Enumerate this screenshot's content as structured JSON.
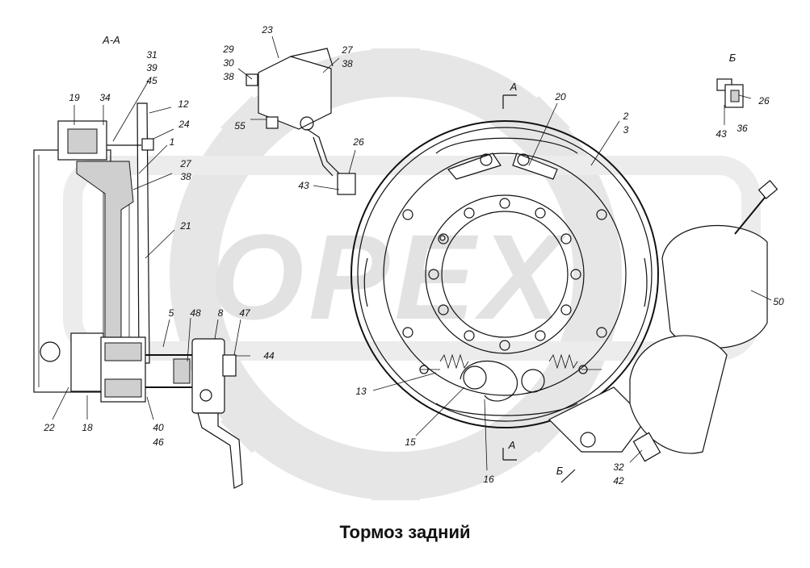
{
  "title": "Тормоз задний",
  "section_labels": {
    "section_aa": "А-А",
    "view_b": "Б",
    "cut_a_top": "А",
    "cut_a_bottom": "А",
    "arrow_b": "Б"
  },
  "watermark": {
    "text": "OPEX",
    "color": "#e2e2e2"
  },
  "callouts": [
    {
      "id": "c31",
      "text": "31"
    },
    {
      "id": "c39",
      "text": "39"
    },
    {
      "id": "c45",
      "text": "45"
    },
    {
      "id": "c19",
      "text": "19"
    },
    {
      "id": "c34",
      "text": "34"
    },
    {
      "id": "c12",
      "text": "12"
    },
    {
      "id": "c24",
      "text": "24"
    },
    {
      "id": "c1",
      "text": "1"
    },
    {
      "id": "c27a",
      "text": "27"
    },
    {
      "id": "c38a",
      "text": "38"
    },
    {
      "id": "c21",
      "text": "21"
    },
    {
      "id": "c5",
      "text": "5"
    },
    {
      "id": "c48",
      "text": "48"
    },
    {
      "id": "c8",
      "text": "8"
    },
    {
      "id": "c47",
      "text": "47"
    },
    {
      "id": "c44",
      "text": "44"
    },
    {
      "id": "c22",
      "text": "22"
    },
    {
      "id": "c18",
      "text": "18"
    },
    {
      "id": "c40",
      "text": "40"
    },
    {
      "id": "c46",
      "text": "46"
    },
    {
      "id": "c23",
      "text": "23"
    },
    {
      "id": "c29",
      "text": "29"
    },
    {
      "id": "c30",
      "text": "30"
    },
    {
      "id": "c38b",
      "text": "38"
    },
    {
      "id": "c27b",
      "text": "27"
    },
    {
      "id": "c38c",
      "text": "38"
    },
    {
      "id": "c55",
      "text": "55"
    },
    {
      "id": "c26a",
      "text": "26"
    },
    {
      "id": "c43a",
      "text": "43"
    },
    {
      "id": "c20",
      "text": "20"
    },
    {
      "id": "c2",
      "text": "2"
    },
    {
      "id": "c3",
      "text": "3"
    },
    {
      "id": "c26b",
      "text": "26"
    },
    {
      "id": "c43b",
      "text": "43"
    },
    {
      "id": "c36",
      "text": "36"
    },
    {
      "id": "c50",
      "text": "50"
    },
    {
      "id": "c13",
      "text": "13"
    },
    {
      "id": "c15",
      "text": "15"
    },
    {
      "id": "c16",
      "text": "16"
    },
    {
      "id": "c32",
      "text": "32"
    },
    {
      "id": "c42",
      "text": "42"
    }
  ]
}
